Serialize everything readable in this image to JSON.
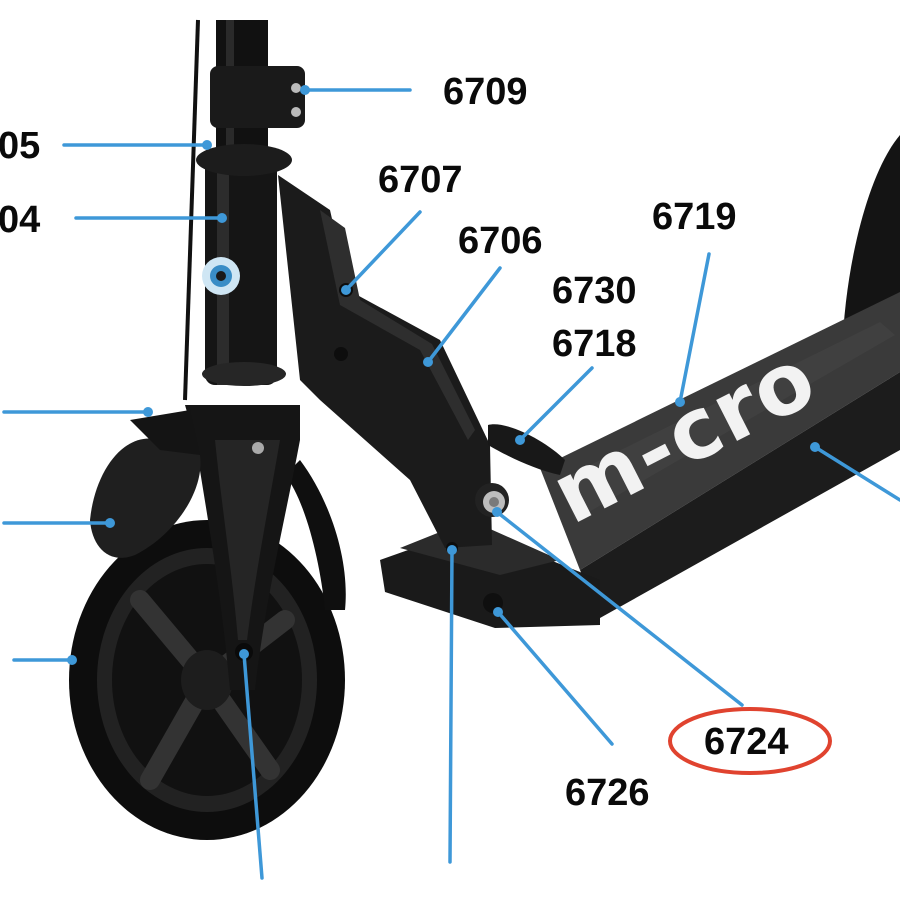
{
  "diagram": {
    "brand_logo": "m-cro",
    "highlight_color": "#e0432f",
    "leader_color": "#3e98d8",
    "highlighted_part": "6724",
    "parts": [
      {
        "id": "6709",
        "label": "6709"
      },
      {
        "id": "6705",
        "label": "05"
      },
      {
        "id": "6704",
        "label": "04"
      },
      {
        "id": "6707",
        "label": "6707"
      },
      {
        "id": "6706",
        "label": "6706"
      },
      {
        "id": "6719",
        "label": "6719"
      },
      {
        "id": "6730",
        "label": "6730"
      },
      {
        "id": "6718",
        "label": "6718"
      },
      {
        "id": "6724",
        "label": "6724"
      },
      {
        "id": "6726",
        "label": "6726"
      }
    ]
  }
}
